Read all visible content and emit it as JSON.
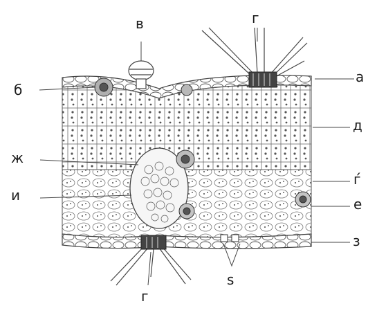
{
  "diagram": {
    "labels": {
      "a": "а",
      "b": "б",
      "v": "в",
      "g_top": "г",
      "g_bottom": "г",
      "d": "д",
      "e": "е",
      "zh": "ж",
      "z": "з",
      "i": "и",
      "gj": "ѓ",
      "s": "s"
    }
  }
}
